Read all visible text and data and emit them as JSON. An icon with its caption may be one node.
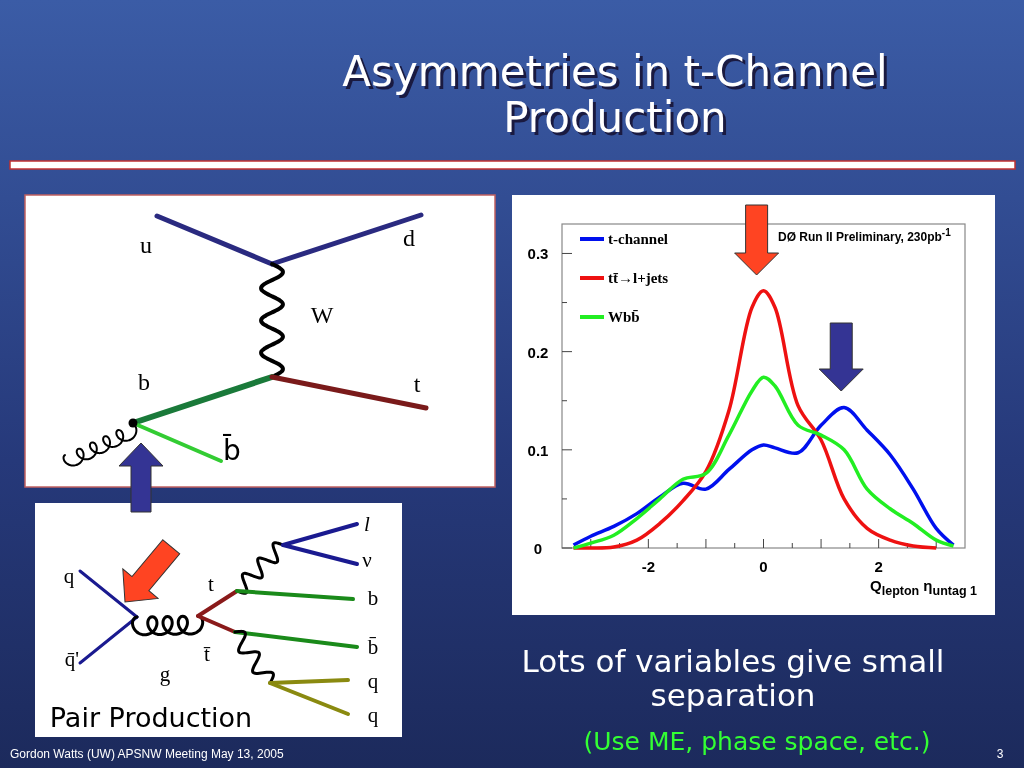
{
  "diagram": {
    "title": "Asymmetries in t-Channel Production",
    "labels": [
      "u",
      "d",
      "W",
      "b",
      "t",
      "b̄",
      "q",
      "q̄'",
      "t",
      "t̄",
      "g",
      "l",
      "ν",
      "b",
      "b̄",
      "q",
      "q",
      "Pair Production",
      "Lots of variables give small separation",
      "(Use ME, phase space, etc.)",
      "Gordon Watts (UW) APSNW Meeting May 13, 2005",
      "3"
    ],
    "chart_data": {
      "type": "line",
      "xlabel": "Q$_{lepton}$ η$_{untag 1}$",
      "xlim": [
        -3.5,
        3.5
      ],
      "ylim": [
        0,
        0.33
      ],
      "xticks": [
        -2,
        0,
        2
      ],
      "yticks": [
        0,
        0.1,
        0.2,
        0.3
      ],
      "legend": "upper left",
      "annotations": [
        "DØ Run II Preliminary, 230pb$^{-1}$"
      ],
      "x": [
        -3.3,
        -3,
        -2.6,
        -2.2,
        -1.8,
        -1.4,
        -1,
        -0.6,
        -0.2,
        0,
        0.2,
        0.6,
        1,
        1.4,
        1.8,
        2.2,
        2.6,
        3,
        3.3
      ],
      "series": [
        {
          "name": "t-channel",
          "color": "#0010ee",
          "values": [
            0.003,
            0.012,
            0.022,
            0.035,
            0.052,
            0.066,
            0.06,
            0.08,
            0.1,
            0.105,
            0.102,
            0.097,
            0.125,
            0.143,
            0.12,
            0.095,
            0.06,
            0.02,
            0.003
          ]
        },
        {
          "name": "tt̄→l+jets",
          "color": "#ee1111",
          "values": [
            0,
            0,
            0.001,
            0.008,
            0.025,
            0.048,
            0.078,
            0.14,
            0.245,
            0.262,
            0.245,
            0.145,
            0.11,
            0.05,
            0.02,
            0.008,
            0.002,
            0,
            null
          ]
        },
        {
          "name": "Wbb̄",
          "color": "#22ee22",
          "values": [
            0,
            0.005,
            0.013,
            0.03,
            0.05,
            0.07,
            0.076,
            0.115,
            0.16,
            0.174,
            0.165,
            0.125,
            0.115,
            0.1,
            0.06,
            0.04,
            0.025,
            0.008,
            0.002
          ]
        }
      ]
    }
  }
}
